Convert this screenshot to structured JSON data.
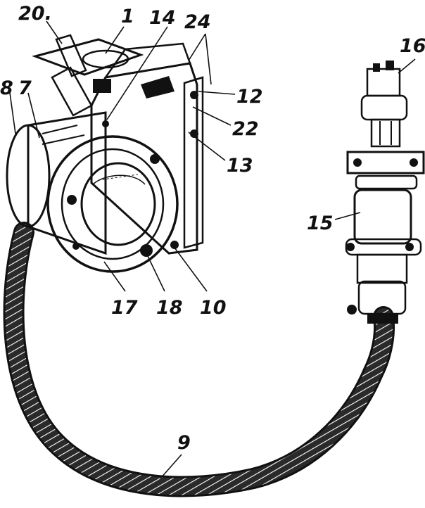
{
  "figure": {
    "ink_color": "#111111",
    "background": "#ffffff",
    "parts": [
      {
        "id": "housing",
        "icon": "cylindrical-housing"
      },
      {
        "id": "cable",
        "icon": "armored-hose-cable"
      },
      {
        "id": "connector",
        "icon": "plug-connector"
      },
      {
        "id": "lever",
        "icon": "switch-lever"
      }
    ],
    "callouts": [
      {
        "label": "20."
      },
      {
        "label": "1"
      },
      {
        "label": "14"
      },
      {
        "label": "24"
      },
      {
        "label": "12"
      },
      {
        "label": "22"
      },
      {
        "label": "13"
      },
      {
        "label": "8"
      },
      {
        "label": "7"
      },
      {
        "label": "17"
      },
      {
        "label": "18"
      },
      {
        "label": "10"
      },
      {
        "label": "16"
      },
      {
        "label": "15"
      },
      {
        "label": "9"
      }
    ]
  }
}
